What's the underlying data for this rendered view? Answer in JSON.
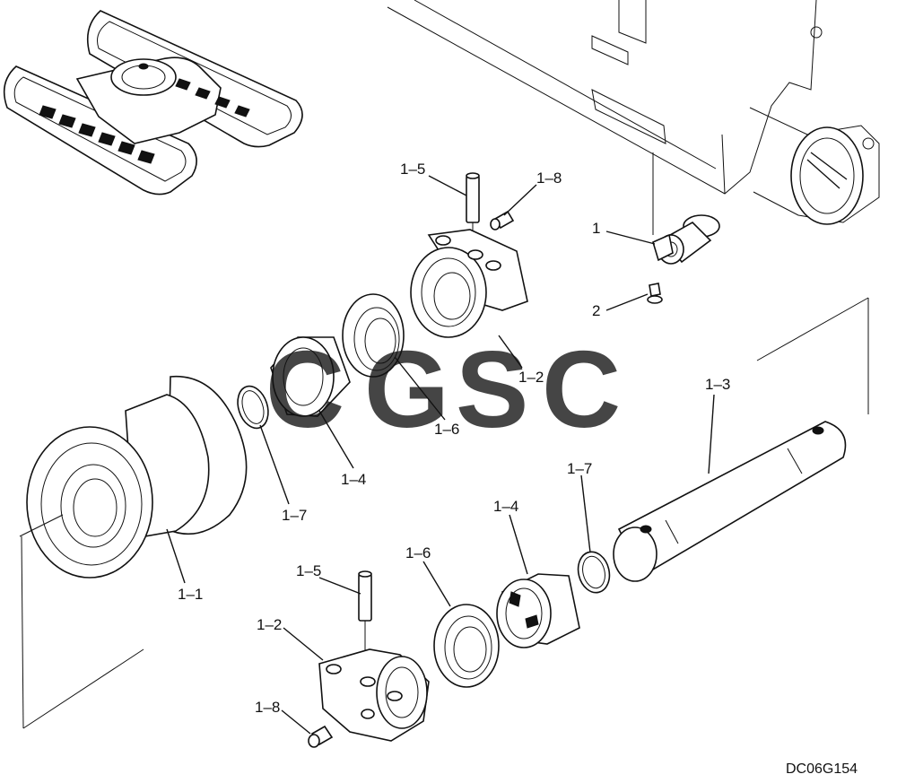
{
  "drawing_code": "DC06G154",
  "watermark": {
    "letters": [
      "C",
      "G",
      "S",
      "C"
    ],
    "colors": [
      "#4f8ee8",
      "#ef6f5a",
      "#f7cf5c",
      "#6fbf9a"
    ]
  },
  "callouts": {
    "c1": "1",
    "c2": "2",
    "c1_1": "1–1",
    "c1_2_upper": "1–2",
    "c1_2_lower": "1–2",
    "c1_3": "1–3",
    "c1_4_upper": "1–4",
    "c1_4_lower": "1–4",
    "c1_5_upper": "1–5",
    "c1_5_lower": "1–5",
    "c1_6_upper": "1–6",
    "c1_6_lower": "1–6",
    "c1_7_upper": "1–7",
    "c1_7_lower": "1–7",
    "c1_8_upper": "1–8",
    "c1_8_lower": "1–8"
  }
}
